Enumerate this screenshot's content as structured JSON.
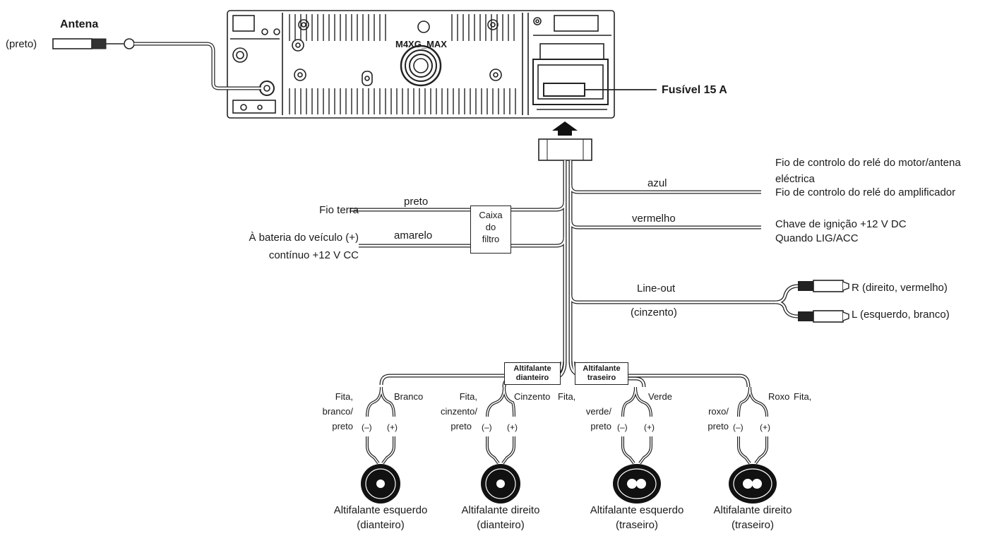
{
  "labels": {
    "antenna": "Antena",
    "antenna_color": "(preto)",
    "model": "M4XG_MAX",
    "fuse": "Fusível 15 A",
    "ground": "Fio terra",
    "ground_color": "preto",
    "battery_l1": "À bateria do veículo (+)",
    "battery_l2": "contínuo +12 V CC",
    "battery_color": "amarelo",
    "filter_l1": "Caixa",
    "filter_l2": "do",
    "filter_l3": "filtro",
    "motor_l1": "Fio de controlo do relé do motor/antena",
    "motor_l2": "eléctrica",
    "amp": "Fio de controlo do relé do amplificador",
    "blue": "azul",
    "ignition_l1": "Chave de ignição +12 V DC",
    "ignition_l2": "Quando LIG/ACC",
    "red": "vermelho",
    "lineout": "Line-out",
    "grey": "(cinzento)",
    "right_ch": "R (direito, vermelho)",
    "left_ch": "L (esquerdo, branco)",
    "front_box_l1": "Altifalante",
    "front_box_l2": "dianteiro",
    "rear_box_l1": "Altifalante",
    "rear_box_l2": "traseiro"
  },
  "speakers": [
    {
      "neg_l1": "Fita,",
      "neg_l2": "branco/",
      "neg_l3": "preto",
      "pos": "Branco",
      "minus": "(–)",
      "plus": "(+)",
      "name_l1": "Altifalante esquerdo",
      "name_l2": "(dianteiro)"
    },
    {
      "neg_l1": "Fita,",
      "neg_l2": "cinzento/",
      "neg_l3": "preto",
      "pos": "Cinzento",
      "minus": "(–)",
      "plus": "(+)",
      "name_l1": "Altifalante direito",
      "name_l2": "(dianteiro)"
    },
    {
      "neg_l1": "Fita,",
      "neg_l2": "verde/",
      "neg_l3": "preto",
      "pos": "Verde",
      "minus": "(–)",
      "plus": "(+)",
      "name_l1": "Altifalante esquerdo",
      "name_l2": "(traseiro)"
    },
    {
      "neg_l1": "Fita,",
      "neg_l2": "roxo/",
      "neg_l3": "preto",
      "pos": "Roxo",
      "minus": "(–)",
      "plus": "(+)",
      "name_l1": "Altifalante direito",
      "name_l2": "(traseiro)"
    }
  ]
}
